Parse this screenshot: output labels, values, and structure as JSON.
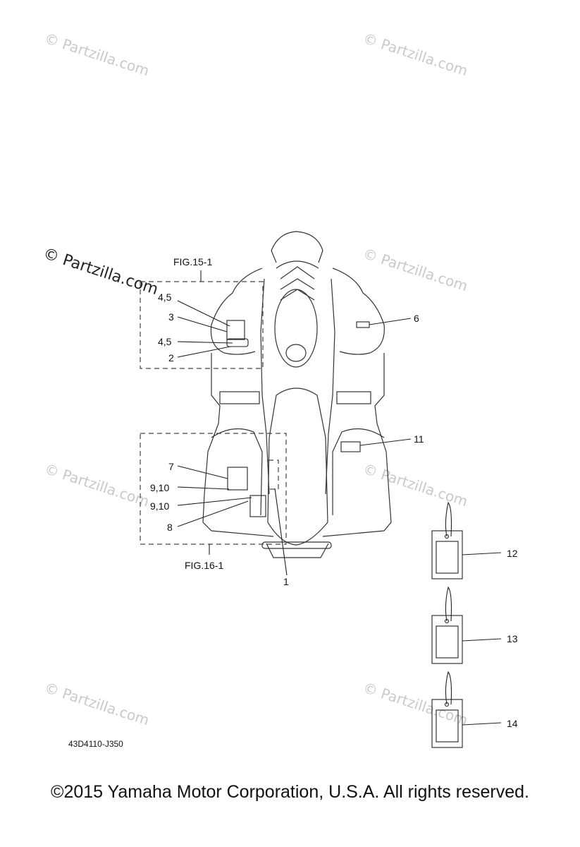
{
  "watermark": {
    "text": "© Partzilla.com"
  },
  "figure_refs": {
    "fig15": "FIG.15-1",
    "fig16": "FIG.16-1"
  },
  "callouts": {
    "c1": "1",
    "c2": "2",
    "c3": "3",
    "c45a": "4,5",
    "c45b": "4,5",
    "c6": "6",
    "c7": "7",
    "c8": "8",
    "c910a": "9,10",
    "c910b": "9,10",
    "c11": "11",
    "c12": "12",
    "c13": "13",
    "c14": "14"
  },
  "part_number": "43D4110-J350",
  "copyright": "©2015  Yamaha Motor Corporation, U.S.A. All rights reserved."
}
